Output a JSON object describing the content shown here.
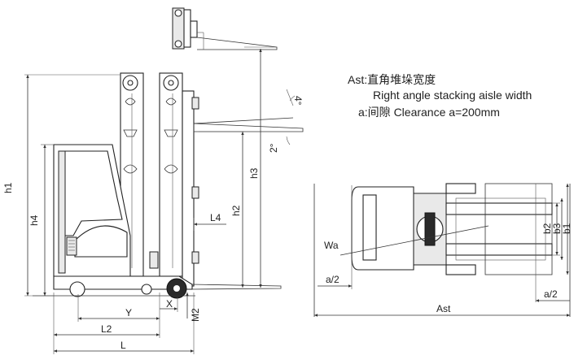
{
  "legend": {
    "ast_line": "Ast:直角堆垛宽度",
    "ast_en": "Right angle stacking aisle width",
    "clearance": "a:间隙 Clearance   a=200mm"
  },
  "side_view": {
    "h1": "h1",
    "h4": "h4",
    "h3": "h3",
    "h2": "h2",
    "L4": "L4",
    "tilt_fwd": "4°",
    "tilt_back": "2°",
    "X": "X",
    "M2": "M2",
    "Y": "Y",
    "L2": "L2",
    "L": "L"
  },
  "top_view": {
    "Wa": "Wa",
    "a_left": "a/2",
    "a_right": "a/2",
    "Ast": "Ast",
    "b2": "b2",
    "b3": "b3",
    "b1": "b1"
  }
}
